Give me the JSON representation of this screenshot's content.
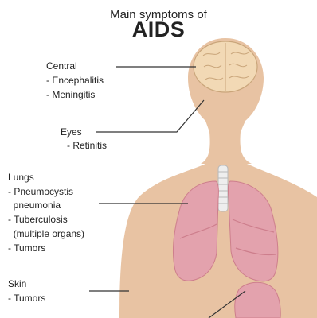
{
  "title": {
    "line1": "Main symptoms of",
    "line2": "AIDS"
  },
  "labels": {
    "central": {
      "heading": "Central",
      "items": [
        "- Encephalitis",
        "- Meningitis"
      ]
    },
    "eyes": {
      "heading": "Eyes",
      "items": [
        "- Retinitis"
      ]
    },
    "lungs": {
      "heading": "Lungs",
      "items": [
        "- Pneumocystis",
        "  pneumonia",
        "- Tuberculosis",
        "  (multiple organs)",
        "- Tumors"
      ]
    },
    "skin": {
      "heading": "Skin",
      "items": [
        "- Tumors"
      ]
    }
  },
  "colors": {
    "skin": "#e8c3a3",
    "lung": "#e3a2ad",
    "lung_dark": "#cd7e8c",
    "brain": "#f2d9b5",
    "brain_line": "#c9a57a",
    "leader": "#333333"
  }
}
